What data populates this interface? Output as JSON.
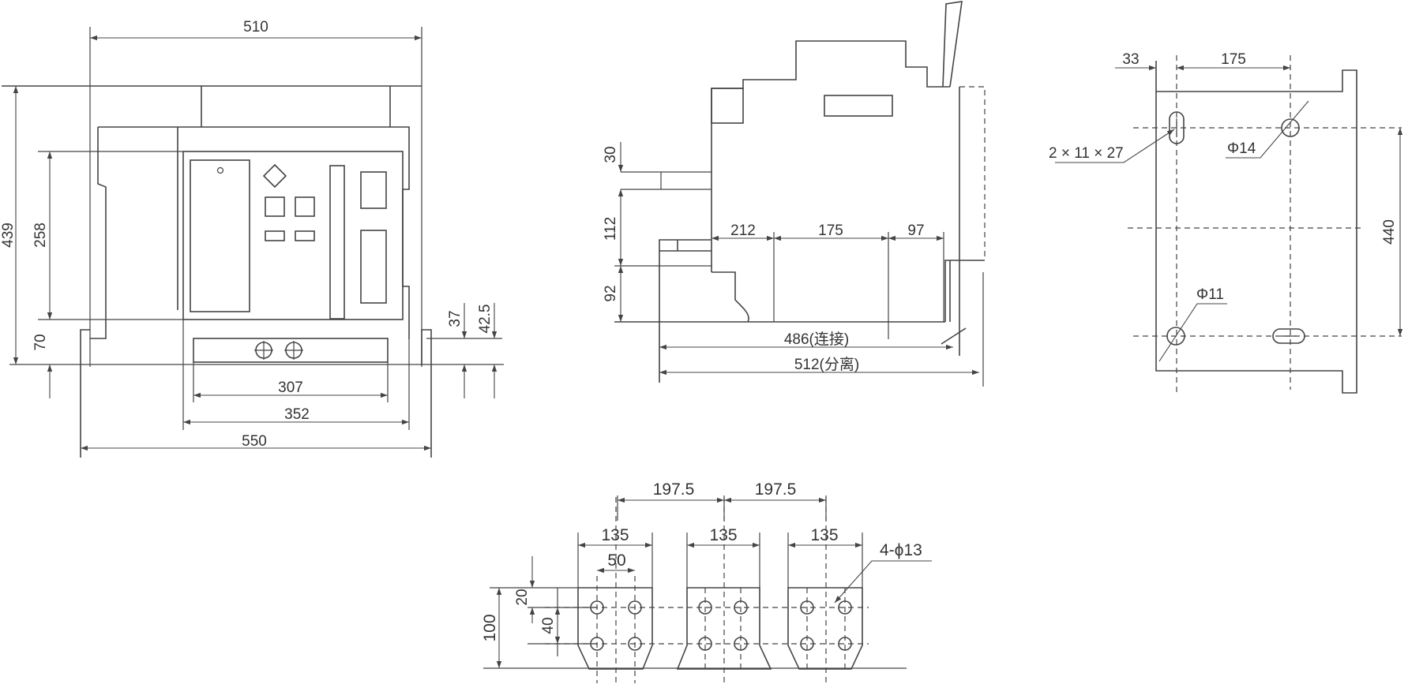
{
  "front_view": {
    "w510": "510",
    "h439": "439",
    "h258": "258",
    "h70": "70",
    "h37": "37",
    "h42_5": "42.5",
    "w307": "307",
    "w352": "352",
    "w550": "550"
  },
  "side_view": {
    "h30": "30",
    "h112": "112",
    "h92": "92",
    "w212": "212",
    "w175": "175",
    "w97": "97",
    "w486": "486(连接)",
    "w512": "512(分离)"
  },
  "mounting_view": {
    "w33": "33",
    "w175": "175",
    "h440": "440",
    "slot": "2 × 11 × 27",
    "hole14": "Φ14",
    "hole11": "Φ11"
  },
  "busbar_view": {
    "pitch1": "197.5",
    "pitch2": "197.5",
    "w135_a": "135",
    "w135_b": "135",
    "w135_c": "135",
    "w50": "50",
    "h20": "20",
    "h40": "40",
    "h100": "100",
    "holes": "4-ϕ13"
  }
}
